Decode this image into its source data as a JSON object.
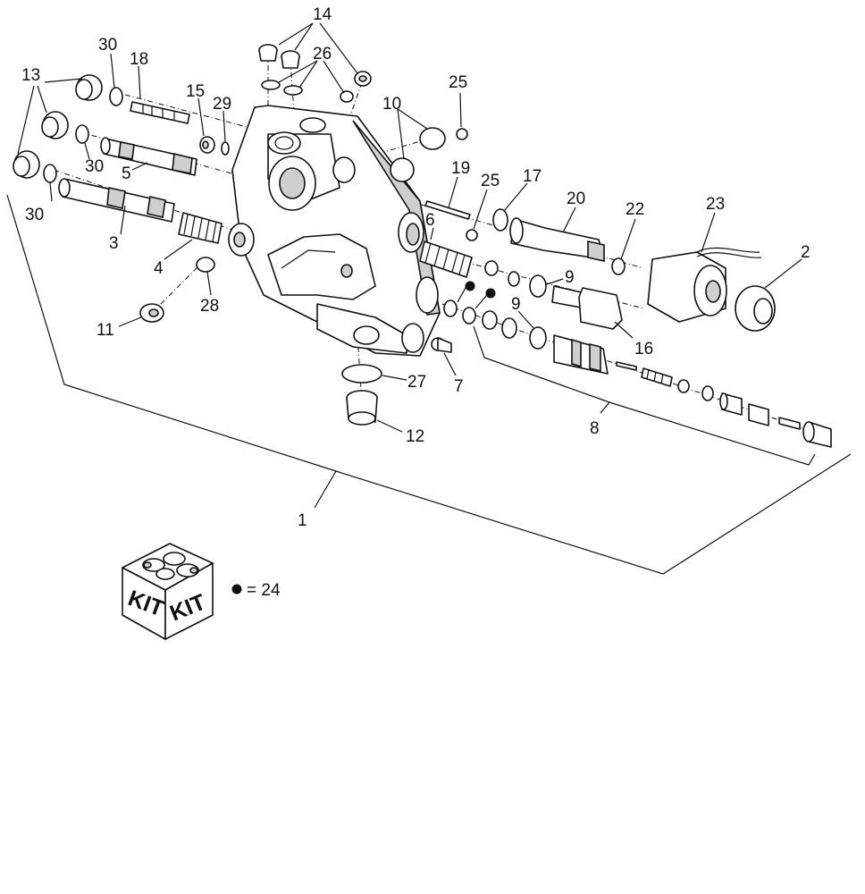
{
  "callouts": {
    "c1": "1",
    "c2": "2",
    "c3": "3",
    "c4": "4",
    "c5": "5",
    "c6": "6",
    "c7": "7",
    "c8": "8",
    "c9a": "9",
    "c9b": "9",
    "c10": "10",
    "c11": "11",
    "c12": "12",
    "c13": "13",
    "c14": "14",
    "c15": "15",
    "c16": "16",
    "c17": "17",
    "c18": "18",
    "c19": "19",
    "c20": "20",
    "c22": "22",
    "c23": "23",
    "c25a": "25",
    "c25b": "25",
    "c26": "26",
    "c27": "27",
    "c28": "28",
    "c29": "29",
    "c30a": "30",
    "c30b": "30",
    "c30c": "30"
  },
  "kit": {
    "label_left": "KIT",
    "label_right": "KIT"
  },
  "legend": {
    "text": "= 24"
  }
}
